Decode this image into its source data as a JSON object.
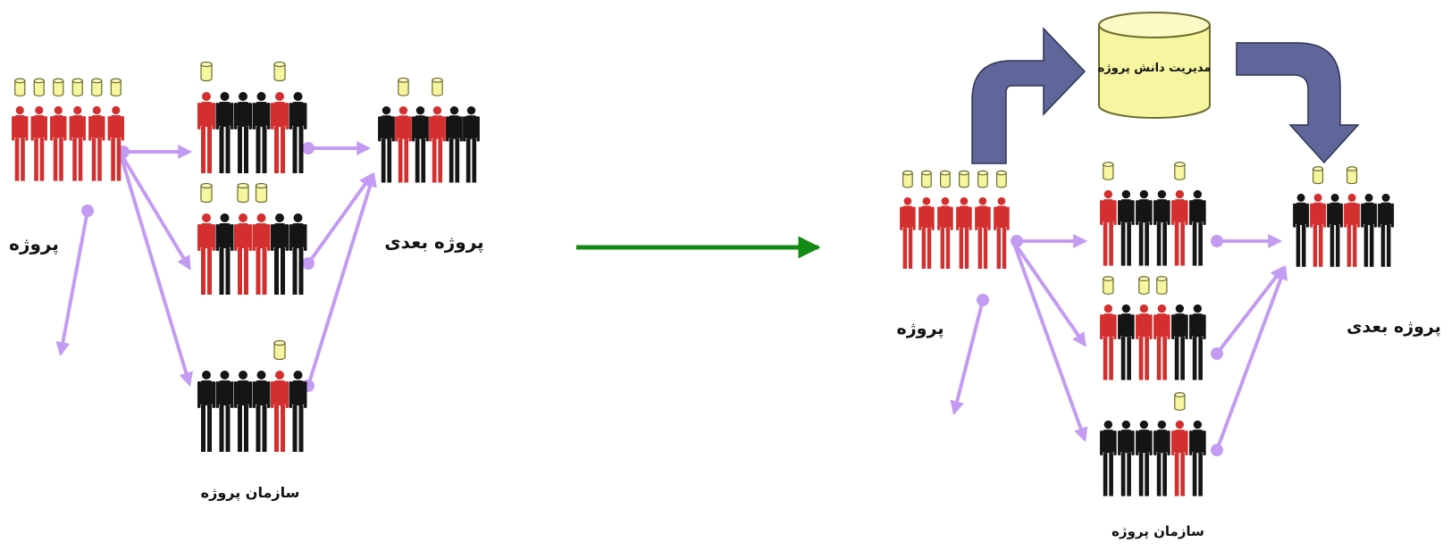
{
  "colors": {
    "red": "#d32f2f",
    "black": "#151515",
    "lilac": "#c49bf2",
    "green": "#138a13",
    "block_arrow": "#5f6699",
    "cylinder_fill": "#f6f5a0",
    "cylinder_stroke": "#6b6b2c"
  },
  "left_panel": {
    "label_project": "پروژه",
    "label_next_project": "پروژه بعدی",
    "label_org": "سازمان پروژه",
    "project_group": [
      "red",
      "red",
      "red",
      "red",
      "red",
      "red"
    ],
    "project_docs": [
      true,
      true,
      true,
      true,
      true,
      true
    ],
    "team_top": [
      "red",
      "black",
      "black",
      "black",
      "red",
      "black"
    ],
    "team_top_docs": [
      true,
      false,
      false,
      false,
      true,
      false
    ],
    "team_middle": [
      "red",
      "black",
      "red",
      "red",
      "black",
      "black"
    ],
    "team_middle_docs": [
      true,
      false,
      true,
      true,
      false,
      false
    ],
    "team_bottom": [
      "black",
      "black",
      "black",
      "black",
      "red",
      "black"
    ],
    "team_bottom_docs": [
      false,
      false,
      false,
      false,
      true,
      false
    ],
    "next_group": [
      "black",
      "red",
      "black",
      "red",
      "black",
      "black"
    ],
    "next_docs": [
      false,
      true,
      false,
      true,
      false,
      false
    ]
  },
  "right_panel": {
    "label_project": "پروژه",
    "label_next_project": "پروژه بعدی",
    "label_org": "سازمان پروژه",
    "knowledge_db_label": "مدیریت دانش پروژه",
    "project_group": [
      "red",
      "red",
      "red",
      "red",
      "red",
      "red"
    ],
    "project_docs": [
      true,
      true,
      true,
      true,
      true,
      true
    ],
    "team_top": [
      "red",
      "black",
      "black",
      "black",
      "red",
      "black"
    ],
    "team_top_docs": [
      true,
      false,
      false,
      false,
      true,
      false
    ],
    "team_middle": [
      "red",
      "black",
      "red",
      "red",
      "black",
      "black"
    ],
    "team_middle_docs": [
      true,
      false,
      true,
      true,
      false,
      false
    ],
    "team_bottom": [
      "black",
      "black",
      "black",
      "black",
      "red",
      "black"
    ],
    "team_bottom_docs": [
      false,
      false,
      false,
      false,
      true,
      false
    ],
    "next_group": [
      "black",
      "red",
      "black",
      "red",
      "black",
      "black"
    ],
    "next_docs": [
      false,
      true,
      false,
      true,
      false,
      false
    ]
  }
}
